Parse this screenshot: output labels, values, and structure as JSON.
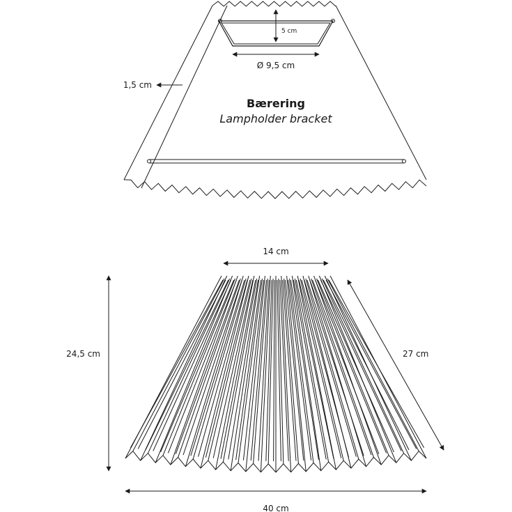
{
  "top_view": {
    "title": "Bærering",
    "subtitle": "Lampholder bracket",
    "dim_ring_height": "5 cm",
    "dim_ring_diameter": "Ø 9,5 cm",
    "dim_wall": "1,5 cm"
  },
  "side_view": {
    "dim_top_width": "14 cm",
    "dim_height": "24,5 cm",
    "dim_slant": "27 cm",
    "dim_bottom_width": "40 cm"
  }
}
